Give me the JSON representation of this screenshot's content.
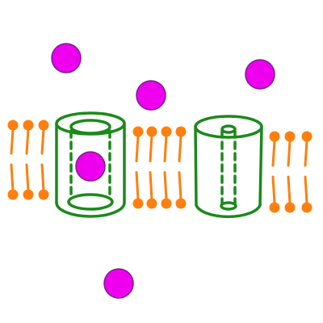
{
  "colors": {
    "background": "#ffffff",
    "lipid": "#ff7f0e",
    "channel": "#1a8a1a",
    "ion_fill": "#ee00ee",
    "ion_stroke": "#7a1f8a"
  },
  "membrane": {
    "left_lipids": 3,
    "middle_lipids": 4,
    "right_lipids": 3
  },
  "channels": [
    {
      "name": "wide-pore-channel",
      "pore": "wide",
      "contains_ion": true
    },
    {
      "name": "narrow-pore-channel",
      "pore": "narrow",
      "contains_ion": false
    }
  ],
  "ions": {
    "outside_count": 4,
    "in_channel_count": 1
  }
}
